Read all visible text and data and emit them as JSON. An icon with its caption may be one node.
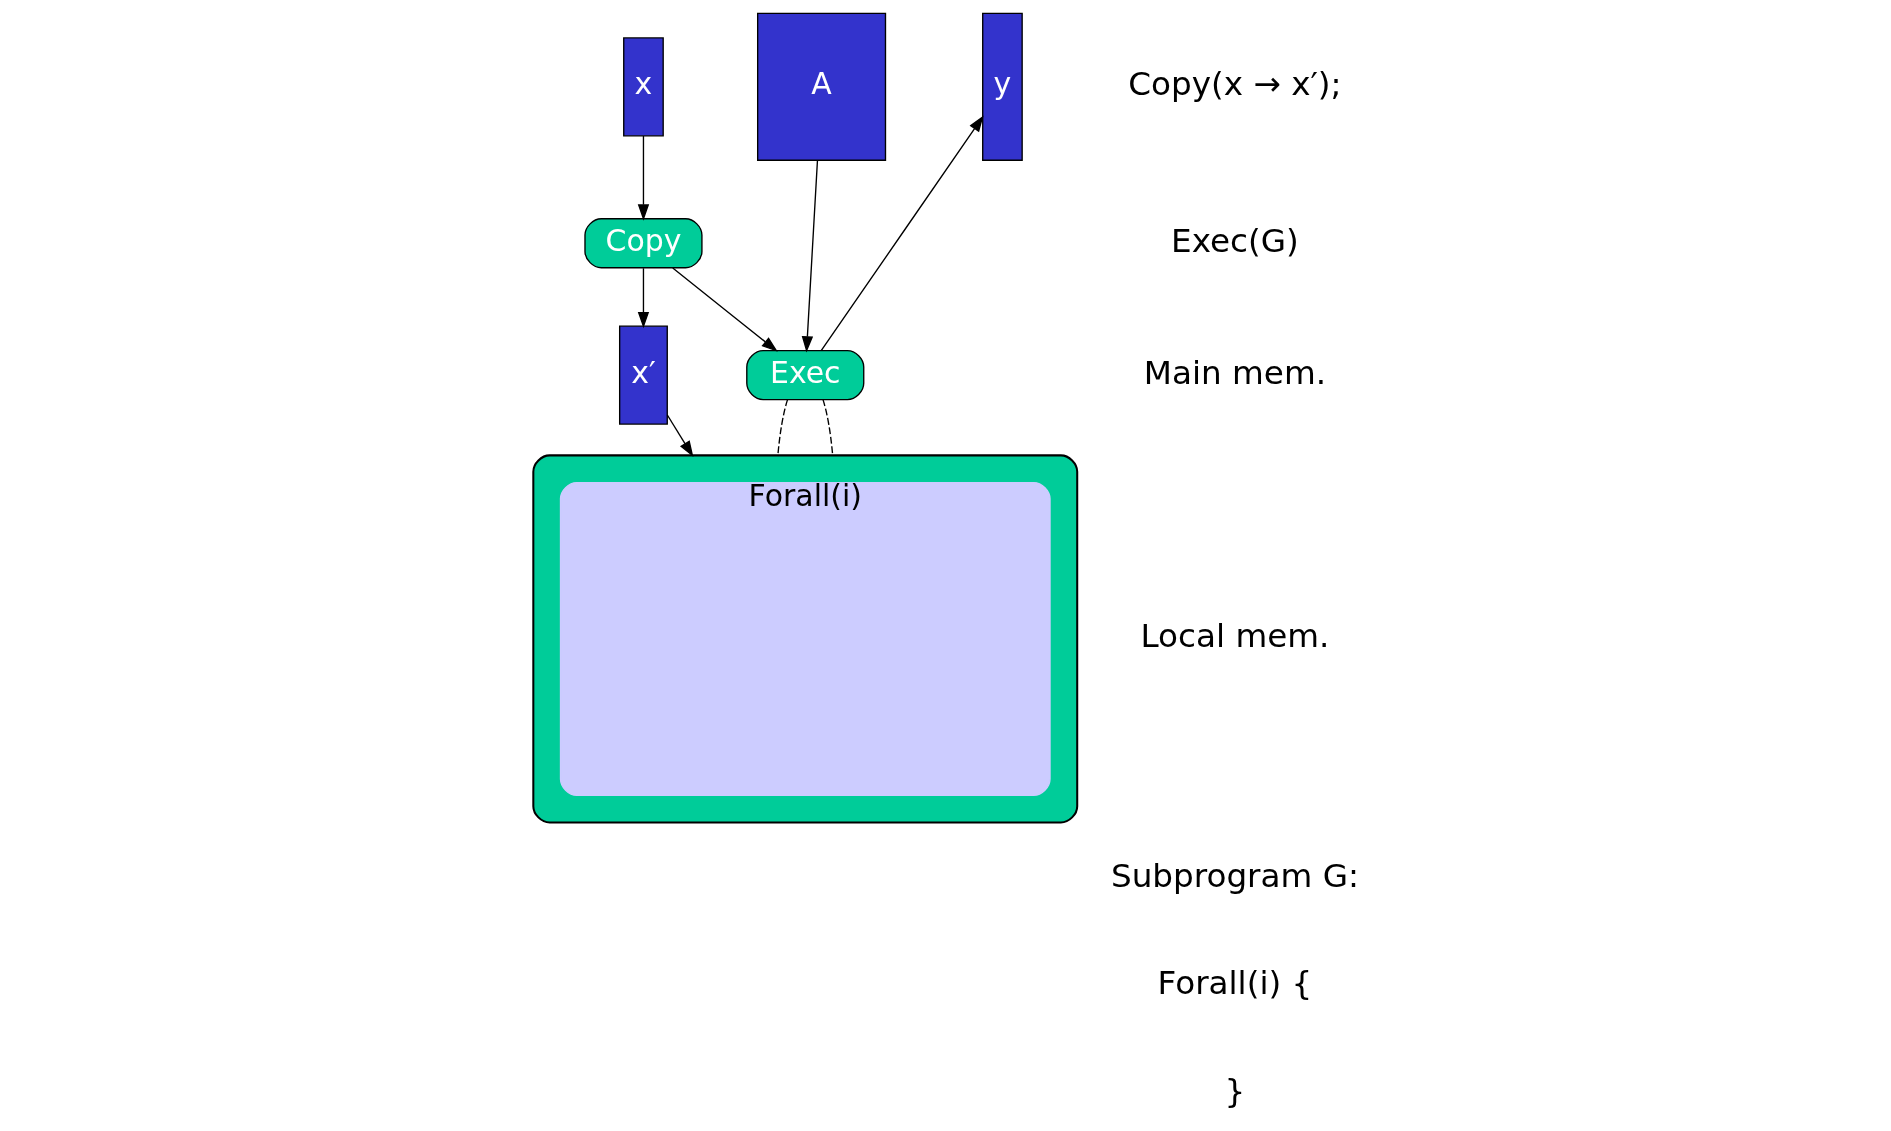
{
  "diagram": {
    "nodes": [
      {
        "text": [
          "x"
        ]
      },
      {
        "text": [
          "A"
        ]
      },
      {
        "text": [
          "y"
        ]
      },
      {
        "text": [
          "Copy"
        ]
      },
      {
        "text": [
          "Exec"
        ]
      },
      {
        "text": [
          "x′"
        ]
      },
      {
        "text": [],
        "shape": "box"
      },
      {
        "text": [
          "Forall(i)"
        ],
        "in": 6
      }
    ],
    "edges": [
      {
        "from": 0,
        "to": 3,
        "arrow": "to"
      },
      {
        "from": 1,
        "to": 4,
        "arrow": "to"
      },
      {
        "from": 3,
        "to": 4,
        "arrow": "to"
      },
      {
        "from": 4,
        "to": 2,
        "arrow": "to"
      },
      {
        "from": 3,
        "to": 5,
        "arrow": "to"
      },
      {
        "from": 5,
        "to": 6,
        "arrow": "to"
      },
      {
        "from": 4,
        "to": 6,
        "arrow": "none",
        "style": "dashed"
      },
      {
        "from": 4,
        "to": 6,
        "arrow": "none",
        "style": "dashed"
      }
    ],
    "labels": [
      "Copy(x → x′);",
      "Exec(G)",
      "Main mem.",
      "Local mem.",
      "Subprogram G:",
      "Forall(i) {",
      "}"
    ]
  }
}
